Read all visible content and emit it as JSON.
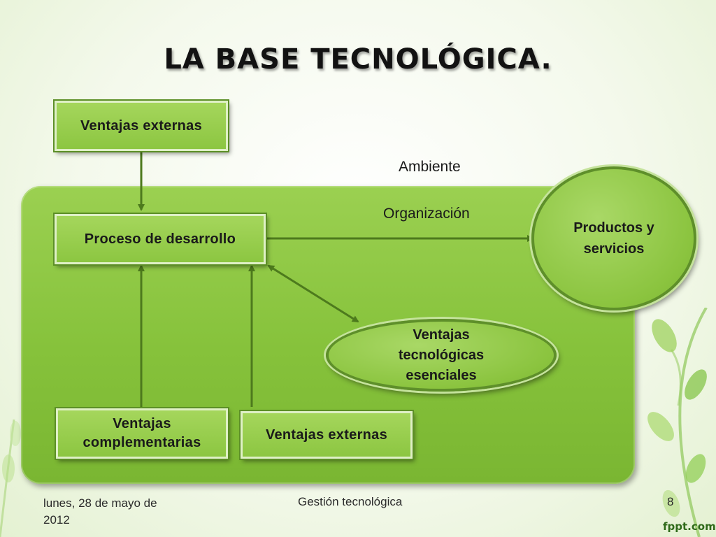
{
  "title": "LA BASE TECNOLÓGICA.",
  "diagram": {
    "ventajas_externas_top": "Ventajas externas",
    "ambiente": "Ambiente",
    "organizacion": "Organización",
    "proceso": "Proceso de desarrollo",
    "productos": [
      "Productos y",
      "servicios"
    ],
    "tecnologicas": [
      "Ventajas",
      "tecnológicas",
      "esenciales"
    ],
    "complementarias": [
      "Ventajas",
      "complementarias"
    ],
    "ventajas_externas_bottom": "Ventajas externas"
  },
  "footer": {
    "date_line1": "lunes, 28 de mayo de",
    "date_line2": "2012",
    "subject": "Gestión tecnológica",
    "page": "8",
    "brand": "fppt.com"
  },
  "colors": {
    "panel": "#86c23b",
    "box": "#8cc641",
    "arrow": "#4d7a1d"
  }
}
